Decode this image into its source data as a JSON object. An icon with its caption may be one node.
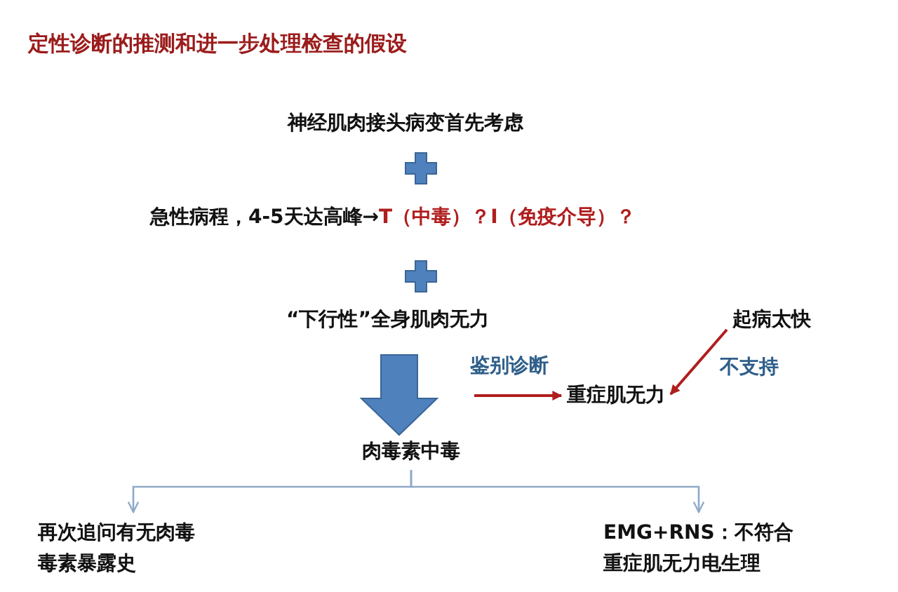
{
  "diagram": {
    "title": "定性诊断的推测和进一步处理检查的假设",
    "nodes": [
      {
        "text": [
          "神经肌肉接头病变首先考虑"
        ]
      },
      {
        "text": [
          "急性病程，4-5天达高峰→",
          "T（中毒）？I（免疫介导）？"
        ]
      },
      {
        "text": [
          "“下行性”全身肌肉无力"
        ]
      },
      {
        "text": [
          "肉毒素中毒"
        ]
      },
      {
        "text": [
          "重症肌无力"
        ]
      },
      {
        "text": [
          "起病太快"
        ]
      },
      {
        "text": [
          "再次追问有无肉毒毒素暴露史"
        ]
      },
      {
        "text": [
          "EMG+RNS：不符合重症肌无力电生理"
        ]
      }
    ],
    "edges": [
      {
        "from": 2,
        "to": 3,
        "arrow": "to",
        "style": "thick",
        "color": "#4f81bd"
      },
      {
        "from": 3,
        "to": 4,
        "arrow": "to",
        "label": "鉴别诊断",
        "color": "#b01e1e"
      },
      {
        "from": 5,
        "to": 4,
        "arrow": "to",
        "label": "不支持",
        "color": "#b01e1e"
      },
      {
        "from": 3,
        "to": 6,
        "arrow": "to",
        "color": "#8fa9c8"
      },
      {
        "from": 3,
        "to": 7,
        "arrow": "to",
        "color": "#8fa9c8"
      }
    ]
  }
}
